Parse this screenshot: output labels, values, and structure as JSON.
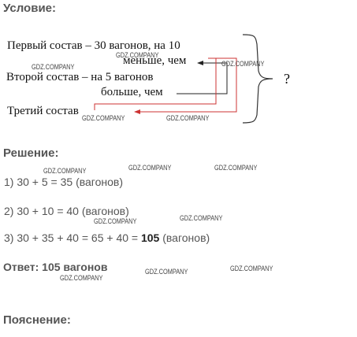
{
  "headings": {
    "condition": "Условие:",
    "solution": "Решение:",
    "explanation": "Пояснение:"
  },
  "condition": {
    "line1": "Первый состав – 30 вагонов, на 10",
    "line1b": "меньше, чем",
    "line2": "Второй состав – на 5 вагонов",
    "line2b": "больше, чем",
    "line3": "Третий состав",
    "question": "?"
  },
  "solution": {
    "step1": "1) 30 + 5 = 35 (вагонов)",
    "step2": "2) 30 + 10 = 40 (вагонов)",
    "step3_prefix": "3) 30 + 35 + 40 = 65 + 40 = ",
    "step3_bold": "105",
    "step3_suffix": " (вагонов)"
  },
  "answer": "Ответ: 105 вагонов",
  "watermark": "GDZ.COMPANY",
  "colors": {
    "heading": "#555555",
    "arrow_red": "#cc3333",
    "text": "#111111"
  }
}
